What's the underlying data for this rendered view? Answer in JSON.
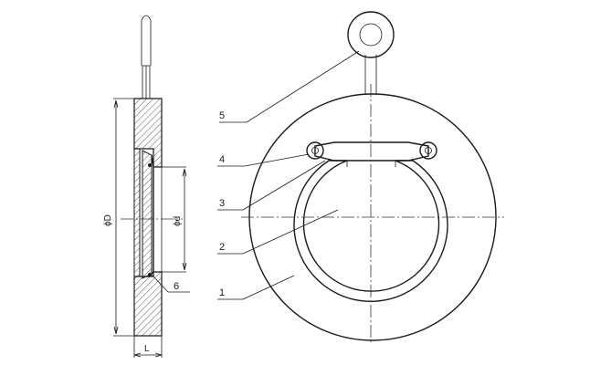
{
  "side_view": {
    "outer_diameter_label": "ϕD",
    "inner_diameter_label": "ϕd",
    "length_label": "L",
    "callout_6": "6"
  },
  "front_view": {
    "callouts": [
      "1",
      "2",
      "3",
      "4",
      "5"
    ]
  },
  "colors": {
    "line": "#1a1a1a",
    "background": "#ffffff"
  }
}
